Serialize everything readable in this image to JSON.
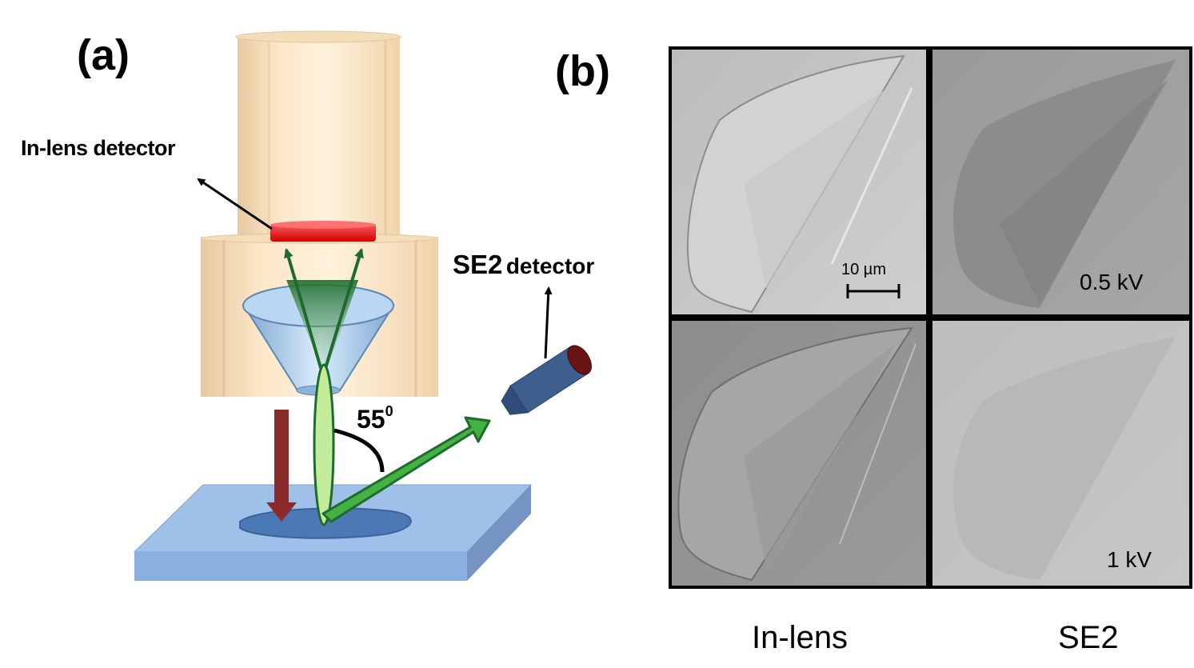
{
  "panel_a_label": "(a)",
  "panel_b_label": "(b)",
  "inlens_detector_label": "In-lens detector",
  "se2_detector_label_main": "SE2",
  "se2_detector_label_sub": "detector",
  "angle_value": "55",
  "angle_superscript": "0",
  "scale_bar_label": "10 µm",
  "voltage_top": "0.5 kV",
  "voltage_bottom": "1 kV",
  "column_label_left": "In-lens",
  "column_label_right": "SE2",
  "colors": {
    "column_body": "#f6dfbd",
    "inlens_detector": "#ee1c1c",
    "electron_beam_arrow": "#8b2c2c",
    "se_beam": "#3fae3f",
    "se1_arrows": "#1f6b2f",
    "lens": "#9cc4e6",
    "sample_stage": "#8fb3e0",
    "sample_flake": "#4a79b6",
    "se2_detector_body": "#3e5f8e",
    "se2_detector_cap": "#6a1414"
  }
}
